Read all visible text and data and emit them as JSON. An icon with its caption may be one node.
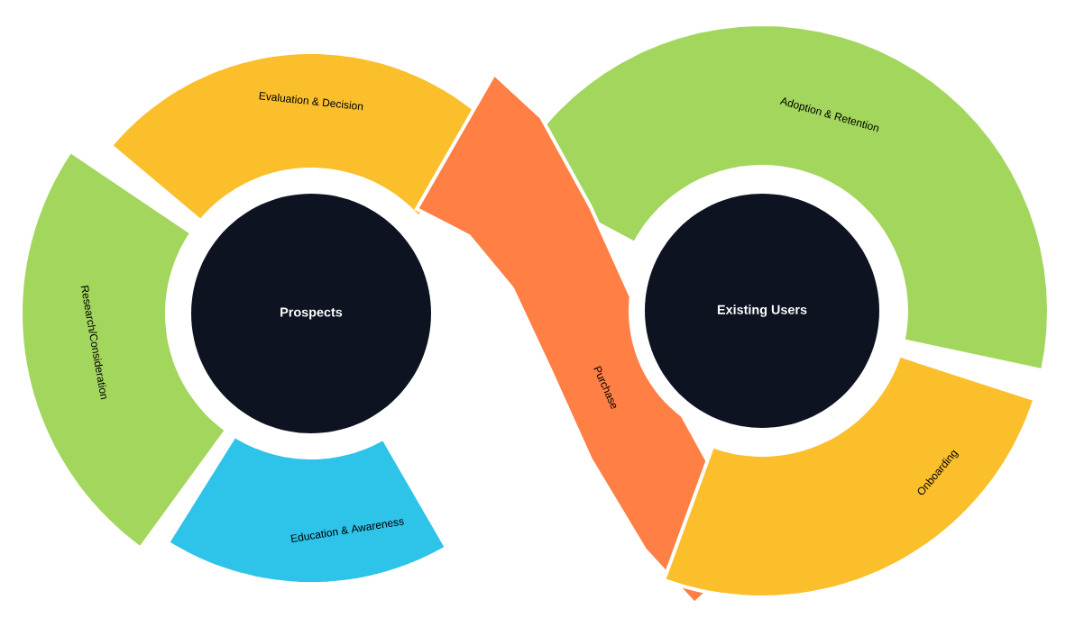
{
  "diagram": {
    "nodes": [
      {
        "text": [
          "Evaluation & Decision"
        ]
      },
      {
        "text": [
          "Adoption & Retention"
        ]
      },
      {
        "text": [
          "Research/Consideration"
        ]
      },
      {
        "text": [
          "Prospects"
        ]
      },
      {
        "text": [
          "Purchase"
        ]
      },
      {
        "text": [
          "Existing Users"
        ]
      },
      {
        "text": [
          "Onboarding"
        ]
      },
      {
        "text": [
          "Education & Awareness"
        ]
      }
    ]
  }
}
